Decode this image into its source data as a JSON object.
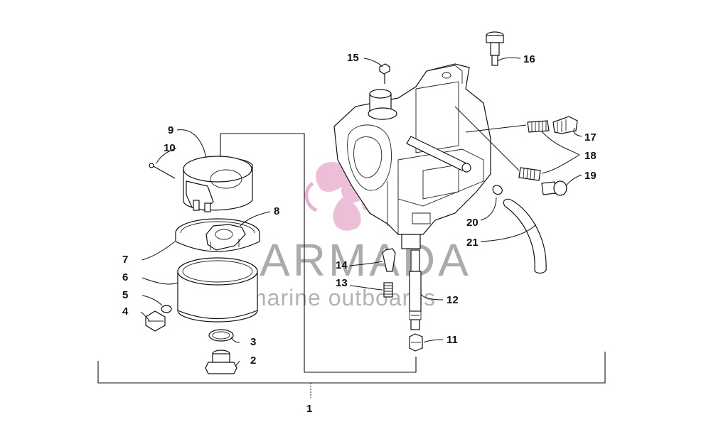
{
  "callouts": {
    "c1": "1",
    "c2": "2",
    "c3": "3",
    "c4": "4",
    "c5": "5",
    "c6": "6",
    "c7": "7",
    "c8": "8",
    "c9": "9",
    "c10": "10",
    "c11": "11",
    "c12": "12",
    "c13": "13",
    "c14": "14",
    "c15": "15",
    "c16": "16",
    "c17": "17",
    "c18": "18",
    "c19": "19",
    "c20": "20",
    "c21": "21"
  },
  "watermark": {
    "title": "ARMADA",
    "subtitle": "marine outboards",
    "title_color": "#8a8a8a",
    "logo_color": "#e3a6c8"
  }
}
